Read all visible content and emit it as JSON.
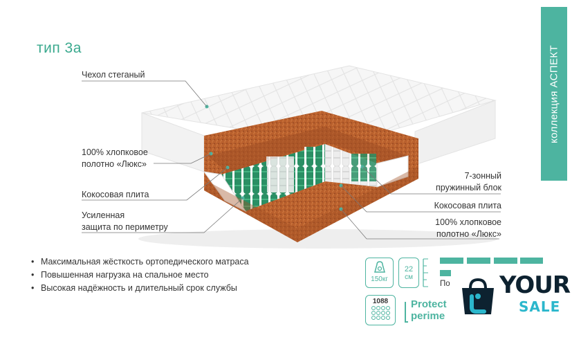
{
  "title": "тип 3а",
  "collection": "коллекция АСПЕКТ",
  "labels": {
    "cover": "Чехол стеганый",
    "cotton_left_1": "100% хлопковое",
    "cotton_left_2": "полотно «Люкс»",
    "coconut_left": "Кокосовая плита",
    "perimeter_1": "Усиленная",
    "perimeter_2": "защита по периметру",
    "springs_1": "7-зонный",
    "springs_2": "пружинный блок",
    "coconut_right": "Кокосовая плита",
    "cotton_right_1": "100% хлопковое",
    "cotton_right_2": "полотно «Люкс»"
  },
  "bullets": [
    "Максимальная жёсткость ортопедического матраса",
    "Повышенная нагрузка на спальное место",
    "Высокая надёжность и длительный срок службы"
  ],
  "features": {
    "load": "150кг",
    "height_value": "22",
    "height_unit": "см",
    "stiffness_partial": "По",
    "springs_count": "1088",
    "protect_1": "Protect",
    "protect_2": "perime",
    "stiffness_level": 4,
    "stiffness_max": 4
  },
  "watermark": {
    "word1": "YOUR",
    "word2": "SALE"
  },
  "colors": {
    "accent": "#4db4a0",
    "title": "#3aa98e",
    "coconut": "#b85a2a",
    "spring_green": "#1f9a6c",
    "watermark_dark": "#0d2230",
    "watermark_light": "#2bb7cc"
  }
}
